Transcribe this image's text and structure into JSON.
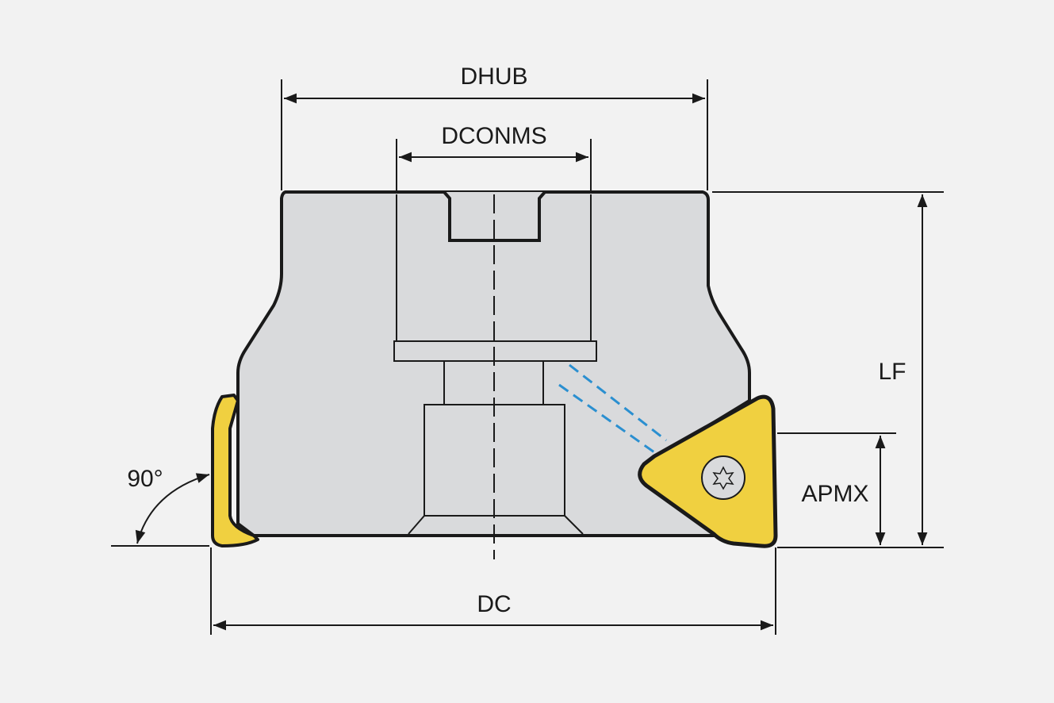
{
  "labels": {
    "dhub": "DHUB",
    "dconms": "DCONMS",
    "lf": "LF",
    "apmx": "APMX",
    "dc": "DC",
    "angle": "90°"
  },
  "colors": {
    "background": "#f2f2f2",
    "body": "#d9dadc",
    "insert": "#f0d040",
    "outline": "#1a1a1a",
    "coolant": "#2a8fd0"
  }
}
